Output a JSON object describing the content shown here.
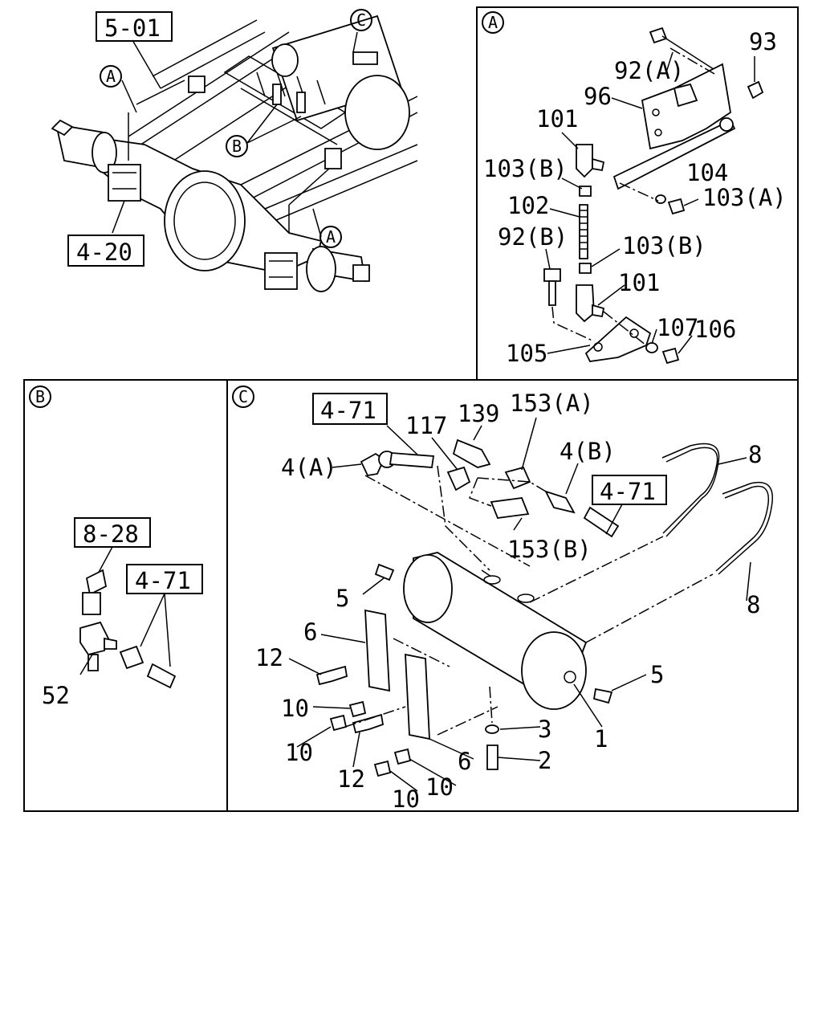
{
  "main_view": {
    "ref_frame": "5-01",
    "ref_axle": "4-20",
    "callout_a_top": "A",
    "callout_a_bottom": "A",
    "callout_b": "B",
    "callout_c": "C"
  },
  "panel_a": {
    "badge": "A",
    "labels": {
      "p93": "93",
      "p92a": "92(A)",
      "p96": "96",
      "p101_top": "101",
      "p103b_top": "103(B)",
      "p104": "104",
      "p103a": "103(A)",
      "p102": "102",
      "p92b": "92(B)",
      "p103b_mid": "103(B)",
      "p101_bottom": "101",
      "p107": "107",
      "p106": "106",
      "p105": "105"
    }
  },
  "panel_b": {
    "badge": "B",
    "ref_828": "8-28",
    "ref_471": "4-71",
    "p52": "52"
  },
  "panel_c": {
    "badge": "C",
    "ref_471_top": "4-71",
    "ref_471_right": "4-71",
    "labels": {
      "p4a": "4(A)",
      "p117": "117",
      "p139": "139",
      "p153a": "153(A)",
      "p4b": "4(B)",
      "p153b": "153(B)",
      "p8_top": "8",
      "p8_bottom": "8",
      "p5_left": "5",
      "p5_right": "5",
      "p6_left": "6",
      "p6_right": "6",
      "p12_top": "12",
      "p12_bottom": "12",
      "p10_a": "10",
      "p10_b": "10",
      "p10_c": "10",
      "p10_d": "10",
      "p3": "3",
      "p2": "2",
      "p1": "1"
    }
  }
}
